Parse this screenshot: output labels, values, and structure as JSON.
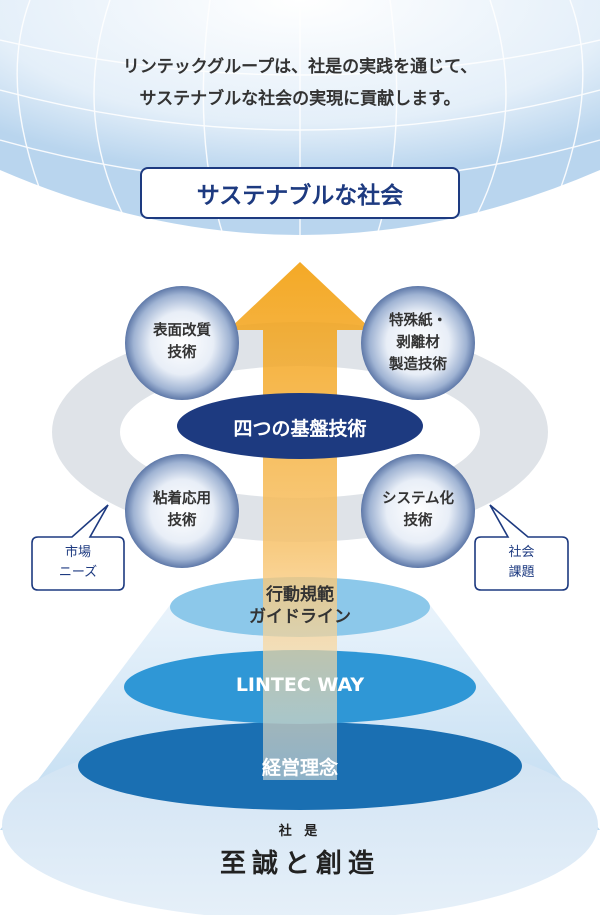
{
  "intro": {
    "line1": "リンテックグループは、社是の実践を通じて、",
    "line2": "サステナブルな社会の実現に貢献します。"
  },
  "goal": {
    "label": "サステナブルな社会"
  },
  "core": {
    "label": "四つの基盤技術"
  },
  "technologies": [
    {
      "line1": "表面改質",
      "line2": "技術",
      "line3": ""
    },
    {
      "line1": "特殊紙・",
      "line2": "剥離材",
      "line3": "製造技術"
    },
    {
      "line1": "粘着応用",
      "line2": "技術",
      "line3": ""
    },
    {
      "line1": "システム化",
      "line2": "技術",
      "line3": ""
    }
  ],
  "inputs": {
    "left": {
      "line1": "市場",
      "line2": "ニーズ"
    },
    "right": {
      "line1": "社会",
      "line2": "課題"
    }
  },
  "tiers": {
    "guideline": {
      "line1": "行動規範",
      "line2": "ガイドライン"
    },
    "way": {
      "label": "LINTEC WAY"
    },
    "philosophy": {
      "label": "経営理念"
    },
    "motto": {
      "sub": "社 是",
      "main": "至誠と創造"
    }
  },
  "colors": {
    "navy": "#1d3a80",
    "arrow_top": "#f29a00",
    "arrow_bottom": "#fbe0b4",
    "ring": "#dfe3e8",
    "globe": "#cfe2f3",
    "tier_light": "#8cc8ea",
    "tier_mid": "#2f97d6",
    "tier_dark": "#1a6fb2",
    "base": "#cfe2f3"
  }
}
